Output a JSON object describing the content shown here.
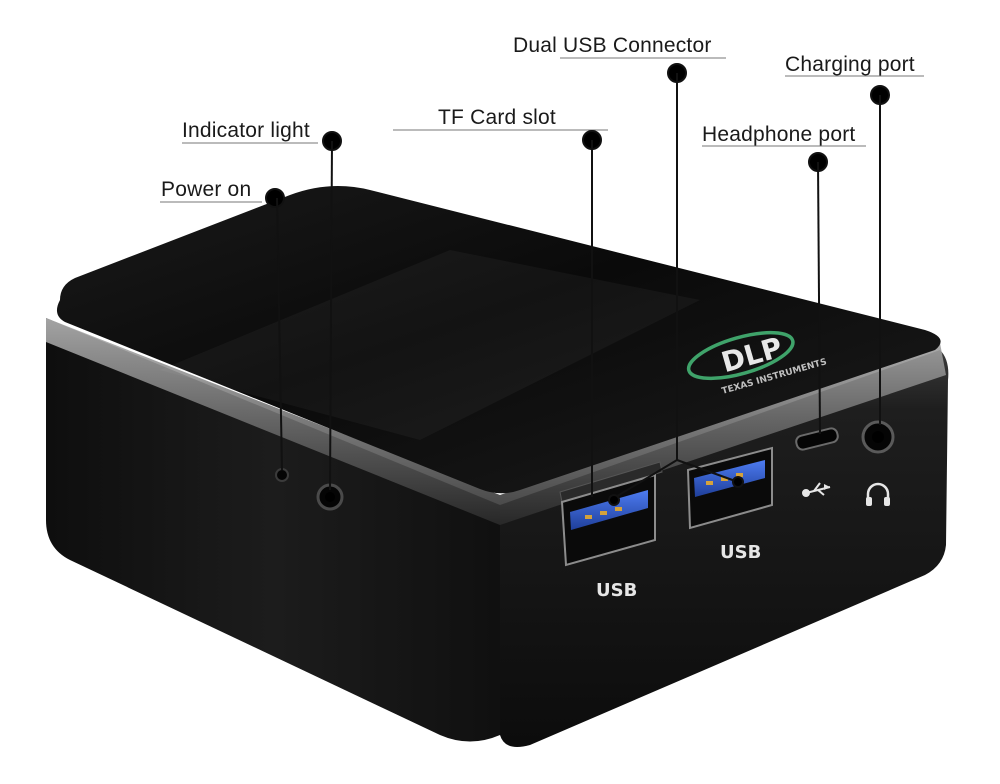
{
  "callouts": {
    "power_on": "Power on",
    "indicator_light": "Indicator light",
    "tf_card_slot": "TF Card slot",
    "dual_usb_connector": "Dual USB Connector",
    "headphone_port": "Headphone port",
    "charging_port": "Charging port"
  },
  "device": {
    "brand_logo": "DLP",
    "brand_sub": "TEXAS INSTRUMENTS",
    "usb_left_label": "USB",
    "usb_right_label": "USB",
    "usb_icon": "usb-icon",
    "headphone_icon": "headphone-icon"
  },
  "colors": {
    "body": "#1b1b1b",
    "top": "#0d0d0d",
    "trim": "#8a8a8a",
    "usb_port_blue": "#2e5bd8",
    "logo_ring": "#3fa36a",
    "label_text": "#1a1a1a"
  }
}
